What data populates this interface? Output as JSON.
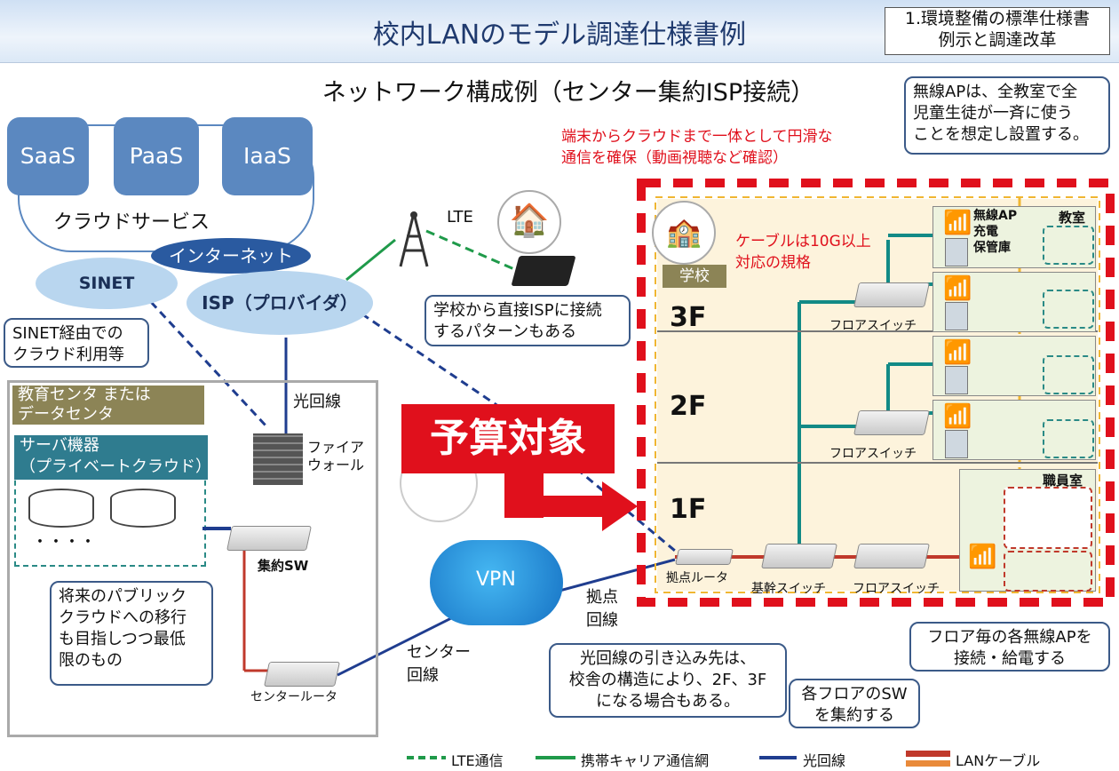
{
  "header": {
    "title": "校内LANのモデル調達仕様書例",
    "tag_line1": "1.環境整備の標準仕様書",
    "tag_line2": "例示と調達改革"
  },
  "subtitle": "ネットワーク構成例（センター集約ISP接続）",
  "cloud": {
    "saas": "SaaS",
    "paas": "PaaS",
    "iaas": "IaaS",
    "service": "クラウドサービス",
    "internet": "インターネット",
    "sinet": "SINET",
    "isp": "ISP（プロバイダ）"
  },
  "lte_label": "LTE",
  "notes": {
    "red": [
      "端末からクラウドまで一体として円滑な",
      "通信を確保（動画視聴など確認）"
    ],
    "ap": [
      "無線APは、全教室で全",
      "児童生徒が一斉に使う",
      "ことを想定し設置する。"
    ],
    "sinet": [
      "SINET経由での",
      "クラウド利用等"
    ],
    "direct": [
      "学校から直接ISPに接続",
      "するパターンもある"
    ],
    "cable": [
      "ケーブルは10G以上",
      "対応の規格"
    ],
    "future": [
      "将来のパブリック",
      "クラウドへの移行",
      "も目指しつつ最低",
      "限のもの"
    ],
    "fiber_in": [
      "光回線の引き込み先は、",
      "校舎の構造により、2F、3F",
      "になる場合もある。"
    ],
    "floor_sw": [
      "各フロアのSW",
      "を集約する"
    ],
    "ap_power": [
      "フロア毎の各無線APを",
      "接続・給電する"
    ]
  },
  "budget": "予算対象",
  "center": {
    "title_line1": "教育センタ または",
    "title_line2": "データセンタ",
    "server_line1": "サーバ機器",
    "server_line2": "（プライベートクラウド）",
    "dots": "・・・・"
  },
  "labels": {
    "fiber": "光回線",
    "firewall_line1": "ファイア",
    "firewall_line2": "ウォール",
    "aggregate_sw": "集約SW",
    "center_router": "センタールータ",
    "vpn": "VPN",
    "base_line_1": "拠点",
    "base_line_2": "回線",
    "center_line_1": "センター",
    "center_line_2": "回線",
    "base_router": "拠点ルータ",
    "core_switch": "基幹スイッチ",
    "floor_switch": "フロアスイッチ",
    "school": "学校",
    "f3": "3F",
    "f2": "2F",
    "f1": "1F",
    "classroom": "教室",
    "staffroom": "職員室",
    "ap_cabinet_1": "無線AP",
    "ap_cabinet_2": "充電",
    "ap_cabinet_3": "保管庫"
  },
  "legend": {
    "lte": "LTE通信",
    "carrier": "携帯キャリア通信網",
    "fiber": "光回線",
    "lan": "LANケーブル"
  },
  "colors": {
    "red": "#e0101c",
    "teal": "#128a86",
    "navy": "#1f3d8f",
    "green": "#1f9a4a",
    "lan": "#c0392b"
  }
}
